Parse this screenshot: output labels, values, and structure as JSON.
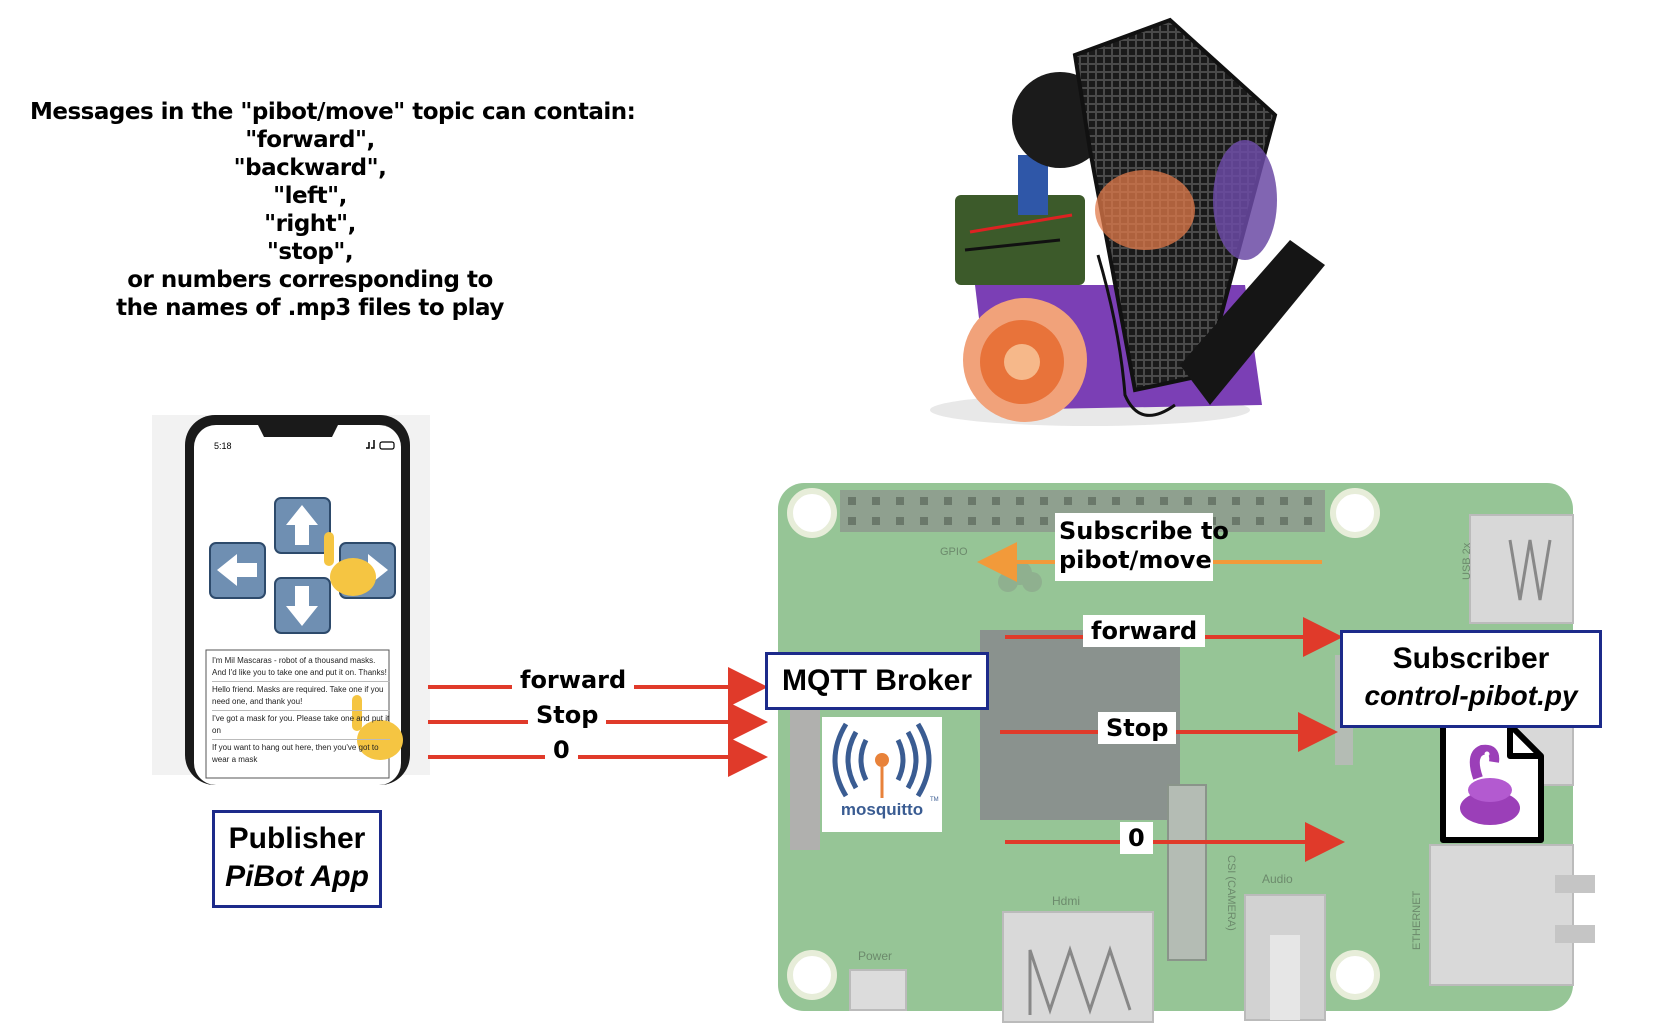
{
  "note": {
    "lines": [
      "Messages in the \"pibot/move\" topic can contain:",
      "\"forward\",",
      "\"backward\",",
      "\"left\",",
      "\"right\",",
      "\"stop\",",
      "or numbers corresponding to",
      "the names of .mp3 files to play"
    ]
  },
  "phone": {
    "time": "5:18",
    "messages": [
      "I'm Mil Mascaras - robot of a thousand masks. And I'd like you to take one and put it on. Thanks!",
      "Hello friend. Masks are required. Take one if you need one, and thank you!",
      "I've got a mask for you. Please take one and put it on",
      "If you want to hang out here, then you've got to wear a mask"
    ]
  },
  "publisher": {
    "title": "Publisher",
    "subtitle": "PiBot App"
  },
  "publish_messages": [
    "forward",
    "Stop",
    "0"
  ],
  "broker": {
    "title": "MQTT Broker",
    "logo_text": "mosquitto",
    "tm": "TM"
  },
  "subscribe": {
    "line1": "Subscribe to",
    "line2": "pibot/move"
  },
  "board_labels": {
    "gpio": "GPIO",
    "usb": "USB 2x",
    "hdmi": "Hdmi",
    "audio": "Audio",
    "camera": "CSI (CAMERA)",
    "ethernet": "ETHERNET",
    "power": "Power"
  },
  "deliver_messages": [
    "forward",
    "Stop",
    "0"
  ],
  "subscriber": {
    "title": "Subscriber",
    "subtitle": "control-pibot.py"
  },
  "colors": {
    "board": "#96c596",
    "arrow_red": "#e03a2a",
    "arrow_orange": "#f29a3a",
    "box_border": "#1c2a8a",
    "robot_purple": "#7b3fb5"
  }
}
